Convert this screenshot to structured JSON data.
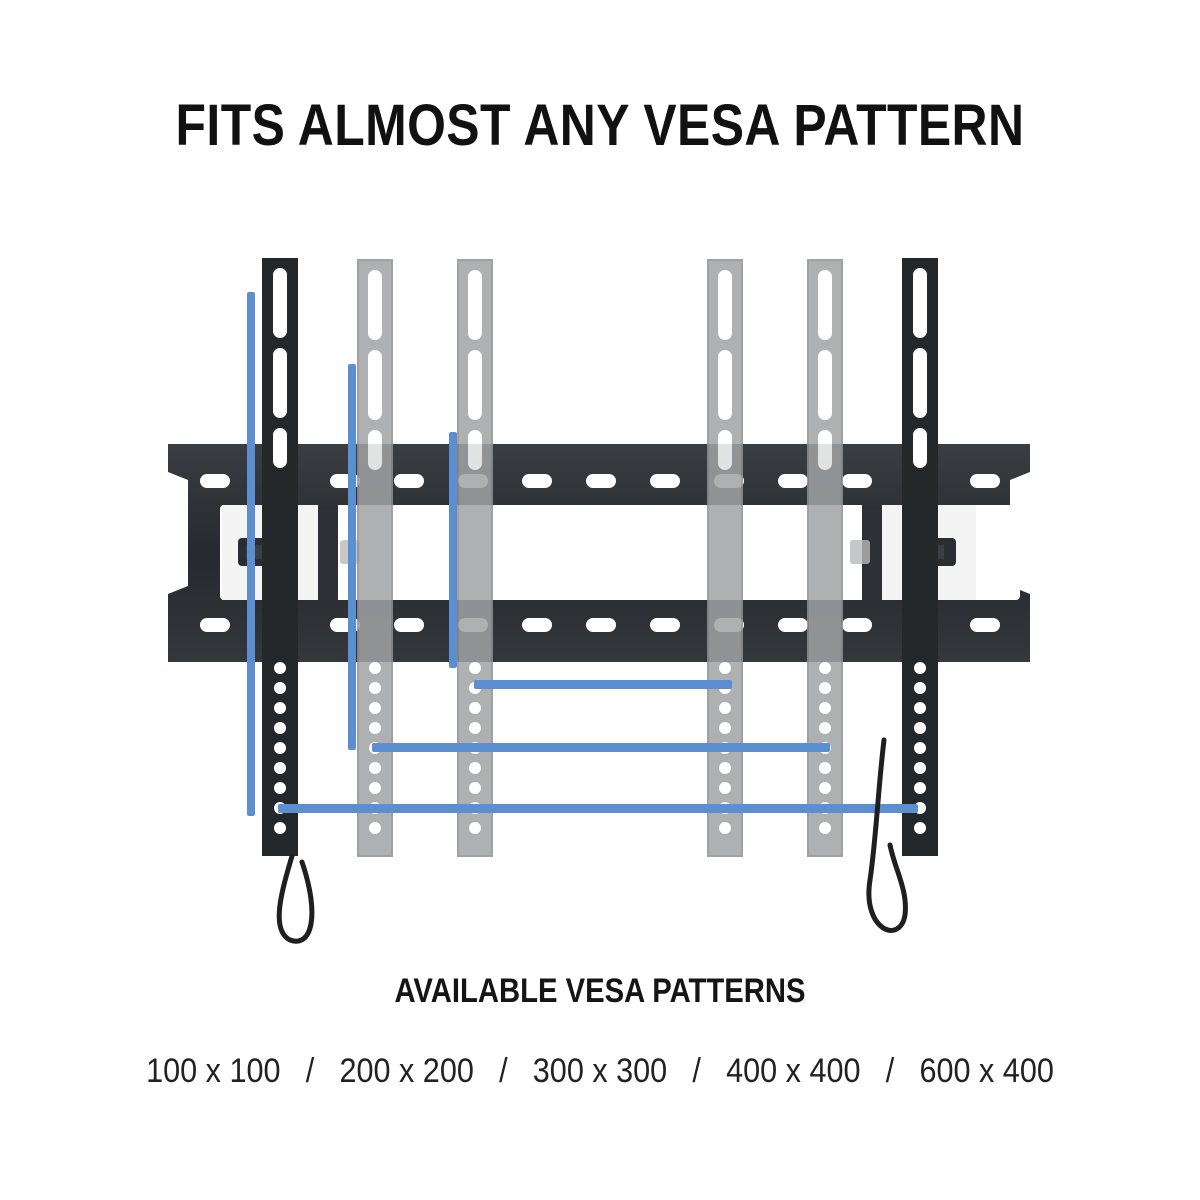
{
  "title": "FITS ALMOST ANY VESA PATTERN",
  "available_heading": "AVAILABLE VESA PATTERNS",
  "separator": "/",
  "patterns": [
    "100 x 100",
    "200 x 200",
    "300 x 300",
    "400 x 400",
    "600 x 400"
  ],
  "colors": {
    "background": "#ffffff",
    "text": "#111111",
    "mount_plate": "#2a2d31",
    "black_bracket": "#25282b",
    "grey_bracket": "#9a9c9e",
    "vesa_line": "#5b8fd1"
  },
  "icons": {
    "mount": "tv-wall-mount-icon",
    "strap": "safety-strap-icon",
    "knob": "tilt-knob-icon"
  }
}
